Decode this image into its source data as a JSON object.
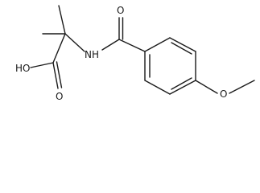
{
  "molecule": {
    "atoms": {
      "hydroxyl": "HO",
      "acid_carbonyl_oxygen": "O",
      "amide_nh": "NH",
      "amide_carbonyl_oxygen": "O",
      "ether_oxygen": "O"
    }
  }
}
